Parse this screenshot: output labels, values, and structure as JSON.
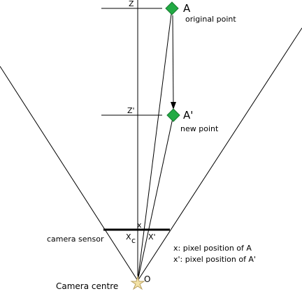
{
  "labels": {
    "point_a": "A",
    "point_a_caption": "original point",
    "point_a_prime": "A'",
    "point_a_prime_caption": "new point",
    "depth_z": "Z",
    "depth_z_prime": "Z'",
    "sensor_x": "x",
    "sensor_xc": "X",
    "sensor_xc_sub": "c",
    "sensor_x_prime": "X'",
    "camera_sensor": "camera sensor",
    "origin": "O",
    "camera_centre": "Camera centre",
    "legend_x": "x: pixel position of A",
    "legend_x_prime": "x': pixel position of A'"
  },
  "colors": {
    "line": "#000000",
    "point_fill": "#22aa44",
    "star_fill": "#f3e2a6",
    "star_stroke": "#b8a060"
  }
}
